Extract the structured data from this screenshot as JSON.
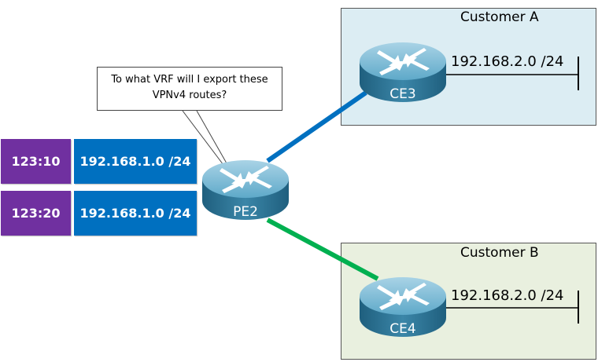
{
  "callout": {
    "line1": "To what VRF will I export these",
    "line2": "VPNv4 routes?"
  },
  "routes": [
    {
      "rt": "123:10",
      "prefix": "192.168.1.0 /24"
    },
    {
      "rt": "123:20",
      "prefix": "192.168.1.0 /24"
    }
  ],
  "routers": {
    "pe": "PE2",
    "ce_a": "CE3",
    "ce_b": "CE4"
  },
  "customers": [
    {
      "name": "Customer A",
      "network": "192.168.2.0 /24",
      "bg": "#dcedf3",
      "link_color": "#0070c0"
    },
    {
      "name": "Customer B",
      "network": "192.168.2.0 /24",
      "bg": "#e9f0df",
      "link_color": "#00b050"
    }
  ],
  "colors": {
    "rt_tag": "#7030a0",
    "prefix_tag": "#0070c0"
  }
}
